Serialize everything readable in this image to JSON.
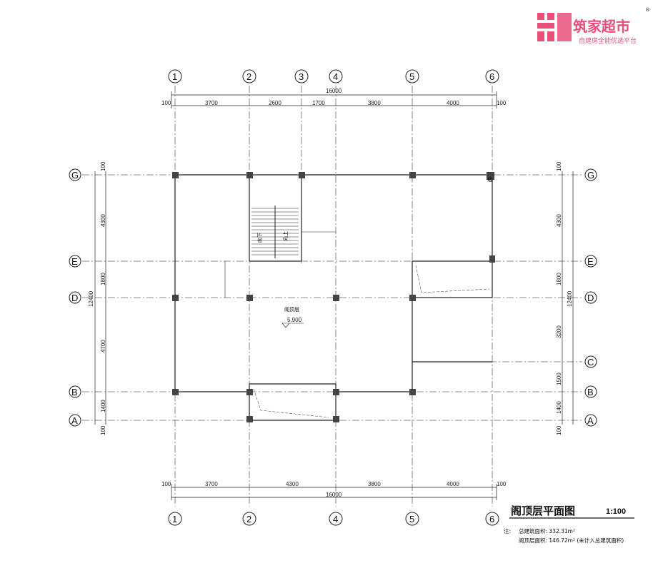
{
  "watermark": {
    "brand_name": "筑家超市",
    "tagline": "自建房全能优选平台",
    "reg_mark": "®",
    "color": "#e8507a"
  },
  "drawing": {
    "title": "阁顶层平面图",
    "scale": "1:100",
    "room_label": "阁顶层",
    "elevation": "5.900",
    "stair_label_1": "向下",
    "stair_label_2": "向上",
    "corner_mark": "烟",
    "note_prefix": "注:",
    "note_line1": "总建筑面积: 332.31m²",
    "note_line2": "阁顶层面积: 146.72m² (未计入总建筑面积)"
  },
  "axes": {
    "columns_top": [
      "1",
      "2",
      "3",
      "4",
      "5",
      "6"
    ],
    "columns_bottom": [
      "1",
      "2",
      "4",
      "5",
      "6"
    ],
    "rows_left": [
      "G",
      "E",
      "D",
      "B",
      "A"
    ],
    "rows_right": [
      "G",
      "E",
      "D",
      "C",
      "B",
      "A"
    ]
  },
  "dimensions": {
    "top_total": "16000",
    "top_segments": [
      "100",
      "3700",
      "2600",
      "1700",
      "3800",
      "4000",
      "100"
    ],
    "bottom_total": "16000",
    "bottom_segments": [
      "100",
      "3700",
      "4300",
      "3800",
      "4000",
      "100"
    ],
    "left_total": "12400",
    "left_segments": [
      "100",
      "4300",
      "1800",
      "4700",
      "1400",
      "100"
    ],
    "right_total": "12400",
    "right_segments": [
      "100",
      "4300",
      "1800",
      "3200",
      "1500",
      "1400",
      "100"
    ]
  }
}
